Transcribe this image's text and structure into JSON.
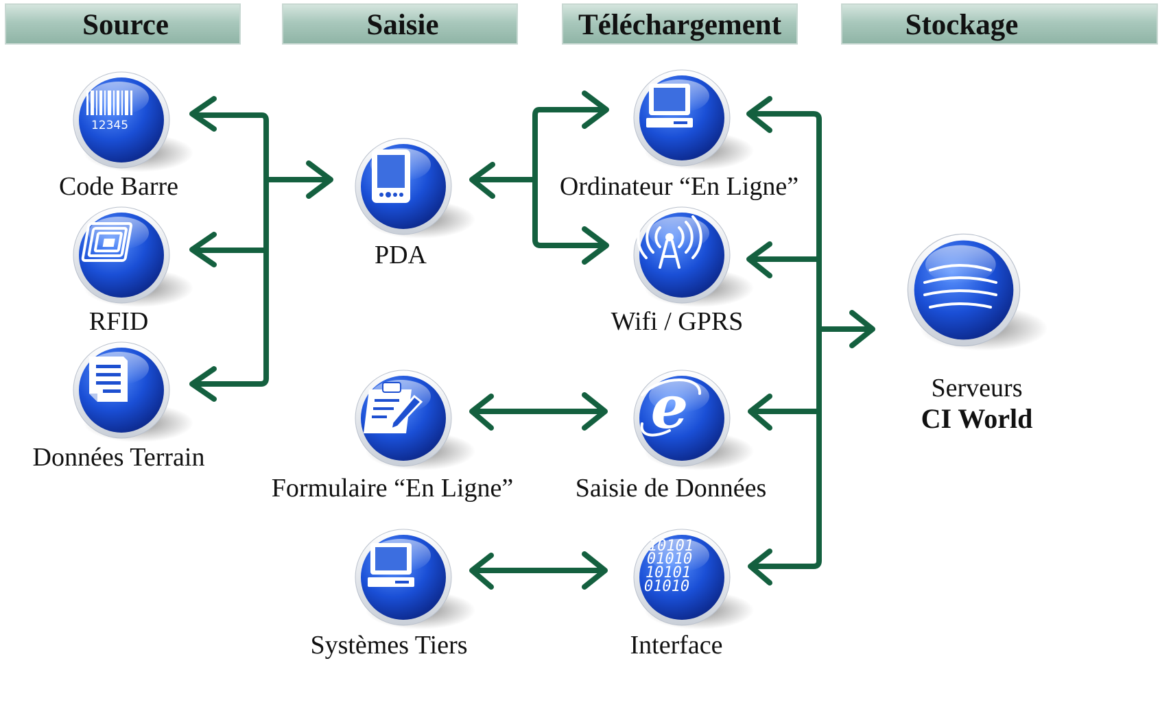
{
  "headers": {
    "source": "Source",
    "saisie": "Saisie",
    "telechargement": "Téléchargement",
    "stockage": "Stockage"
  },
  "nodes": {
    "code_barre": {
      "label": "Code Barre",
      "icon": "barcode-icon",
      "barcode_digits": "12345"
    },
    "rfid": {
      "label": "RFID",
      "icon": "rfid-chip-icon"
    },
    "donnees_terrain": {
      "label": "Données Terrain",
      "icon": "document-icon"
    },
    "pda": {
      "label": "PDA",
      "icon": "pda-icon"
    },
    "formulaire": {
      "label": "Formulaire “En Ligne”",
      "icon": "clipboard-pencil-icon"
    },
    "systemes_tiers": {
      "label": "Systèmes Tiers",
      "icon": "computer-monitor-icon"
    },
    "ordinateur": {
      "label": "Ordinateur “En Ligne”",
      "icon": "computer-monitor-icon"
    },
    "wifi_gprs": {
      "label": "Wifi / GPRS",
      "icon": "antenna-signal-icon"
    },
    "saisie_donnees": {
      "label": "Saisie de Données",
      "icon": "internet-explorer-icon"
    },
    "interface": {
      "label": "Interface",
      "icon": "binary-code-icon",
      "binary_lines": [
        "10101",
        "01010",
        "10101",
        "01010"
      ]
    },
    "serveurs": {
      "label_line1": "Serveurs",
      "label_line2": "CI World",
      "icon": "globe-server-icon"
    }
  },
  "colors": {
    "arrow": "#14603f",
    "header_fill": "#a9c8bc",
    "icon_blue": "#1546c9"
  }
}
